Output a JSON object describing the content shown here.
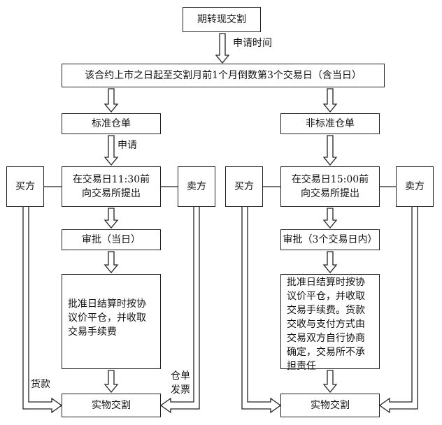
{
  "title": "期转现交割",
  "apply_time_label": "申请时间",
  "period": "该合约上市之日起至交割月前1个月倒数第3个交易日（含当日）",
  "left": {
    "type": "标准仓单",
    "apply_label": "申请",
    "buyer": "买方",
    "seller": "卖方",
    "submit": "在交易日11:30前\n向交易所提出",
    "approve": "审批（当日）",
    "settle": "批准日结算时按协\n议价平仓，并收取\n交易手续费",
    "payment_label": "货款",
    "receipt_label": "仓单\n发票",
    "delivery": "实物交割"
  },
  "right": {
    "type": "非标准仓单",
    "buyer": "买方",
    "seller": "卖方",
    "submit": "在交易日15:00前\n向交易所提出",
    "approve": "审批（3个交易日内）",
    "settle": "批准日结算时按协\n议价平仓，并收取\n交易手续费。货款\n交收与支付方式由\n交易双方自行协商\n确定，交易所不承\n担责任",
    "delivery": "实物交割"
  }
}
